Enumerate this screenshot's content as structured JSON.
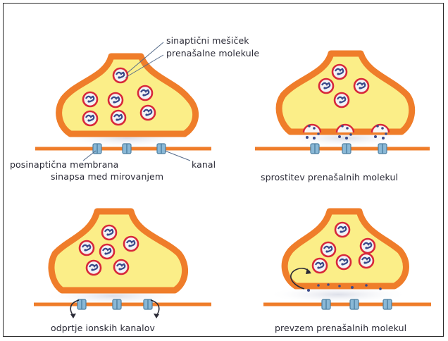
{
  "labels": {
    "vesicle": "sinaptični mešiček",
    "transmitter": "prenašalne molekule",
    "membrane": "posinaptična membrana",
    "channel": "kanal",
    "resting": "sinapsa med mirovanjem",
    "release": "sprostitev prenašalnih molekul",
    "opening": "odprtje ionskih kanalov",
    "reuptake": "prevzem prenašalnih molekul"
  },
  "colors": {
    "bulb_fill": "#fbee88",
    "bulb_border": "#ef7d2a",
    "membrane": "#ef7d2a",
    "channel": "#8ab8d6",
    "vesicle_ring": "#d8283a",
    "molecule": "#3a4a8a",
    "leader": "#556b8a"
  }
}
